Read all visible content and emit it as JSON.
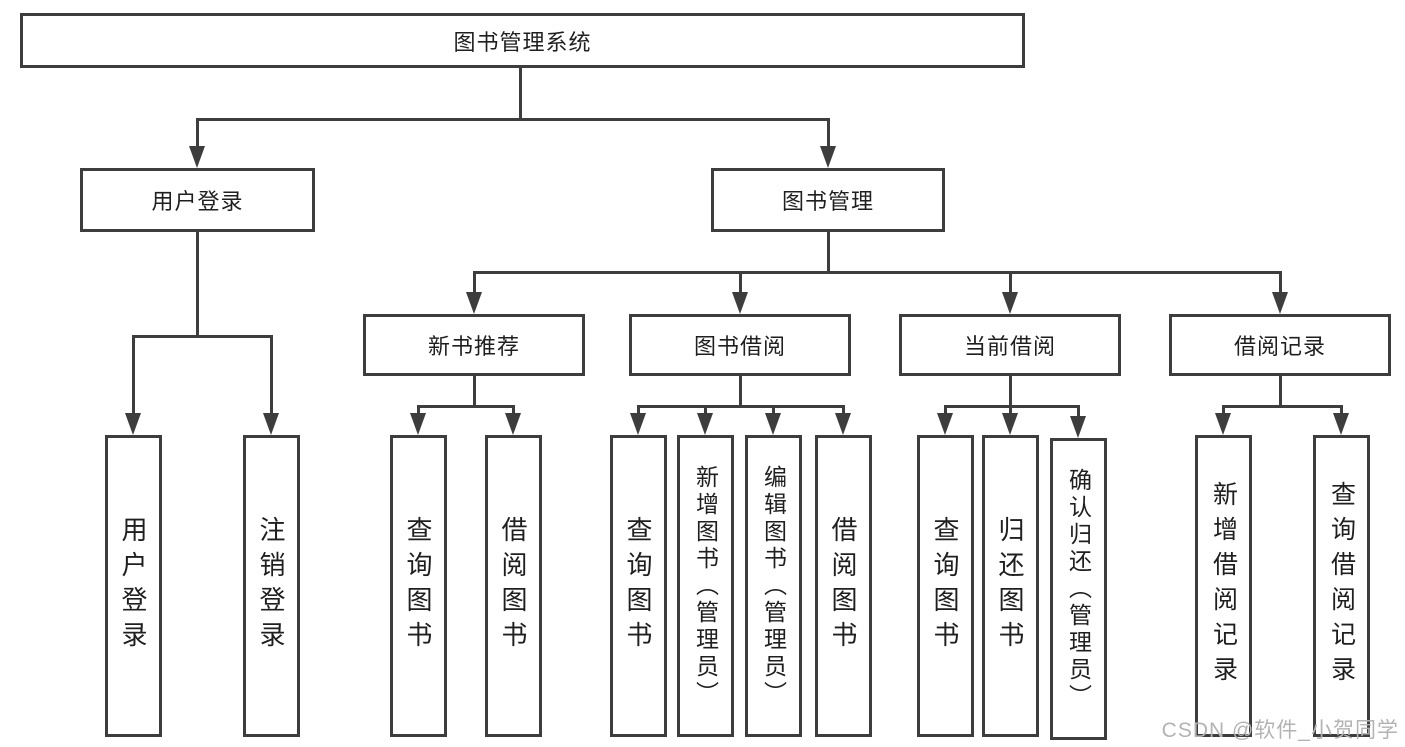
{
  "colors": {
    "line": "#3d3d3d",
    "text": "#1f1f1f",
    "watermark": "#b3b3b3",
    "background": "#ffffff"
  },
  "watermark": "CSDN @软件_小贺同学",
  "tree": {
    "label": "图书管理系统",
    "children": [
      {
        "label": "用户登录",
        "children": [
          {
            "label": "用户登录"
          },
          {
            "label": "注销登录"
          }
        ]
      },
      {
        "label": "图书管理",
        "children": [
          {
            "label": "新书推荐",
            "children": [
              {
                "label": "查询图书"
              },
              {
                "label": "借阅图书"
              }
            ]
          },
          {
            "label": "图书借阅",
            "children": [
              {
                "label": "查询图书"
              },
              {
                "label": "新增图书（管理员）"
              },
              {
                "label": "编辑图书（管理员）"
              },
              {
                "label": "借阅图书"
              }
            ]
          },
          {
            "label": "当前借阅",
            "children": [
              {
                "label": "查询图书"
              },
              {
                "label": "归还图书"
              },
              {
                "label": "确认归还（管理员）"
              }
            ]
          },
          {
            "label": "借阅记录",
            "children": [
              {
                "label": "新增借阅记录"
              },
              {
                "label": "查询借阅记录"
              }
            ]
          }
        ]
      }
    ]
  }
}
